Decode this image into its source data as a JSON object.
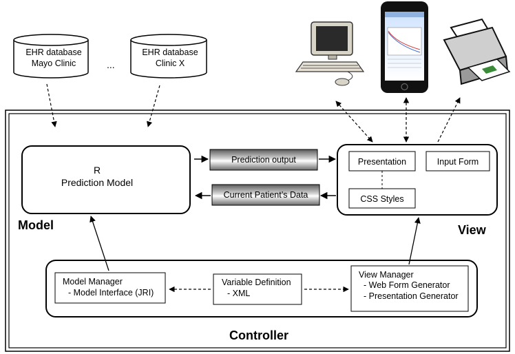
{
  "databases": {
    "db1": {
      "line1": "EHR database",
      "line2": "Mayo Clinic"
    },
    "ellipsis": "...",
    "db2": {
      "line1": "EHR database",
      "line2": "Clinic X"
    }
  },
  "model": {
    "box_line1": "R",
    "box_line2": "Prediction Model",
    "label": "Model"
  },
  "channels": {
    "prediction_output": "Prediction output",
    "current_patient_data": "Current Patient’s Data"
  },
  "view": {
    "presentation": "Presentation",
    "input_form": "Input Form",
    "css_styles": "CSS Styles",
    "label": "View"
  },
  "controller": {
    "label": "Controller",
    "model_manager": {
      "line1": "Model Manager",
      "line2": "- Model Interface (JRI)"
    },
    "variable_definition": {
      "line1": "Variable Definition",
      "line2": "- XML"
    },
    "view_manager": {
      "line1": "View Manager",
      "line2": "- Web Form Generator",
      "line3": "- Presentation Generator"
    }
  },
  "devices": {
    "computer": "computer-icon",
    "phone": "smartphone-icon",
    "printer": "printer-icon"
  },
  "colors": {
    "line": "#000000",
    "bar_dark": "#8a8a8a",
    "bar_light": "#ffffff"
  }
}
